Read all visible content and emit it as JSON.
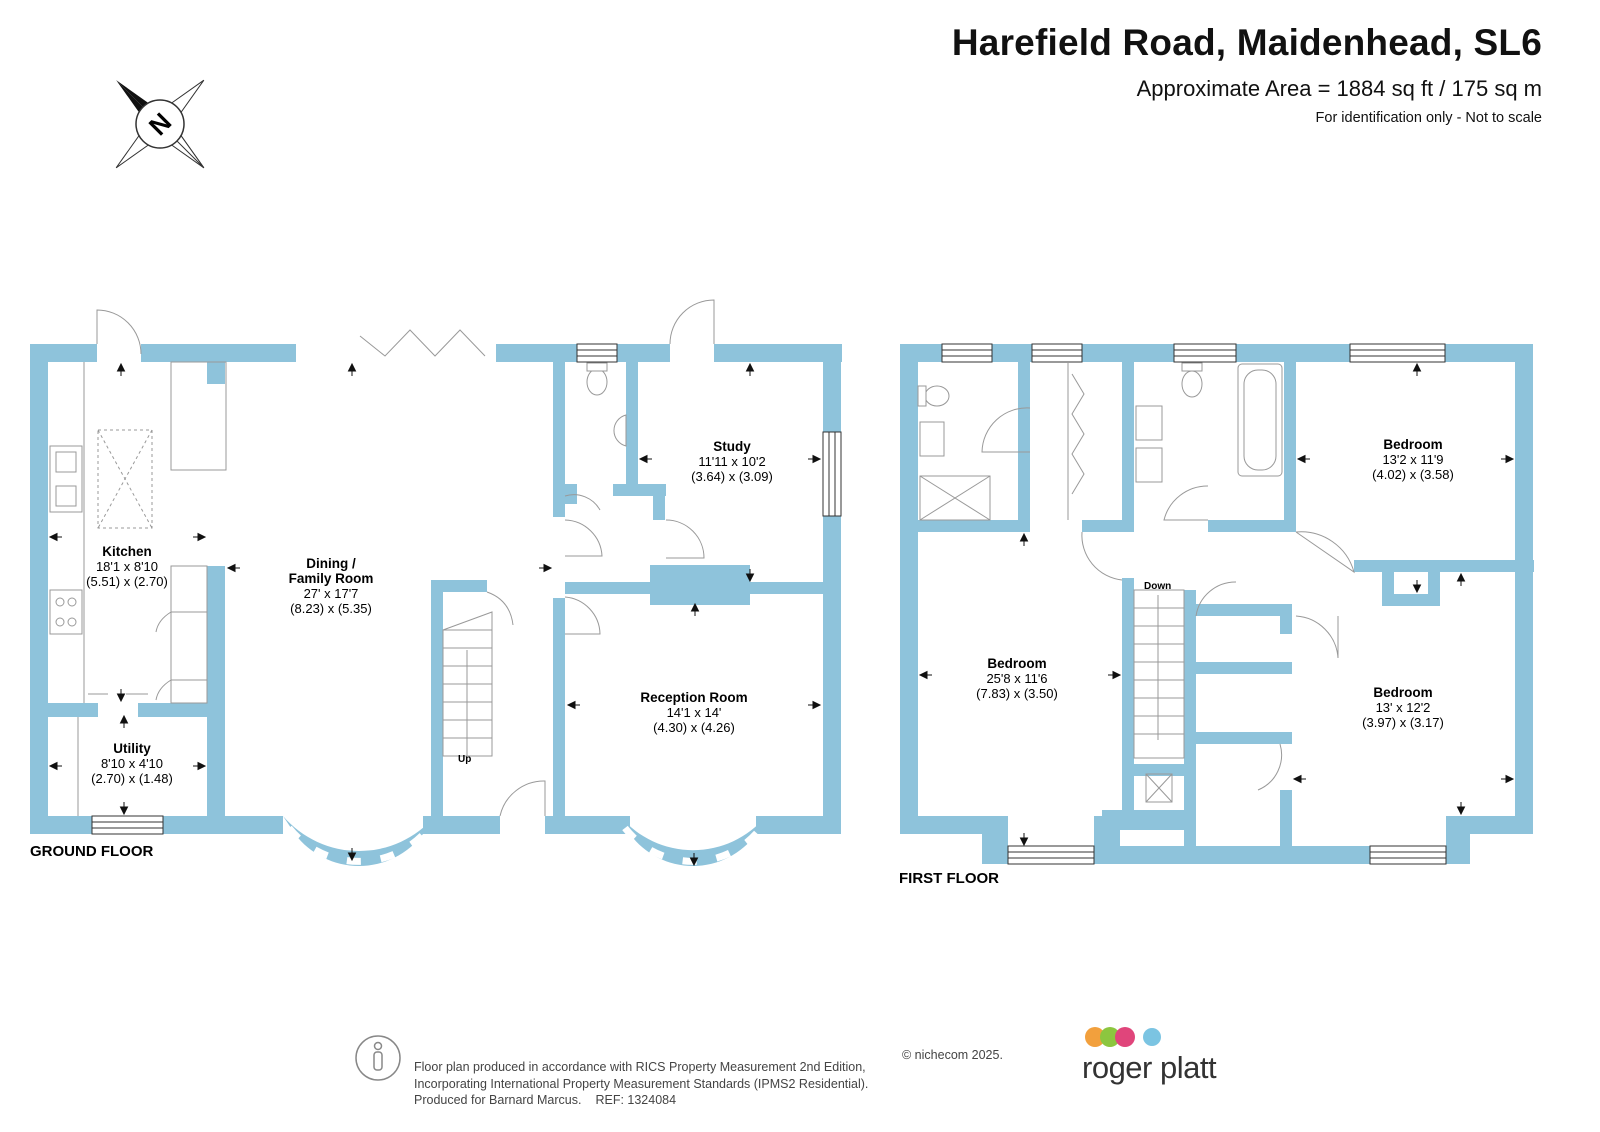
{
  "header": {
    "title": "Harefield Road, Maidenhead, SL6",
    "area": "Approximate Area = 1884 sq ft / 175 sq m",
    "note": "For identification only - Not to scale"
  },
  "compass": {
    "letter": "N",
    "icon": "compass-rose-icon"
  },
  "ground_floor": {
    "label": "GROUND FLOOR",
    "rooms": [
      {
        "name": "Kitchen",
        "imperial": "18'1 x 8'10",
        "metric": "(5.51) x (2.70)"
      },
      {
        "name": "Dining /",
        "name2": "Family Room",
        "imperial": "27' x 17'7",
        "metric": "(8.23) x (5.35)"
      },
      {
        "name": "Study",
        "imperial": "11'11 x 10'2",
        "metric": "(3.64) x (3.09)"
      },
      {
        "name": "Reception Room",
        "imperial": "14'1 x 14'",
        "metric": "(4.30) x (4.26)"
      },
      {
        "name": "Utility",
        "imperial": "8'10 x 4'10",
        "metric": "(2.70) x (1.48)"
      }
    ],
    "stairs_label": "Up"
  },
  "first_floor": {
    "label": "FIRST FLOOR",
    "rooms": [
      {
        "name": "Bedroom",
        "imperial": "13'2 x 11'9",
        "metric": "(4.02) x (3.58)"
      },
      {
        "name": "Bedroom",
        "imperial": "25'8 x 11'6",
        "metric": "(7.83) x (3.50)"
      },
      {
        "name": "Bedroom",
        "imperial": "13' x 12'2",
        "metric": "(3.97) x (3.17)"
      }
    ],
    "stairs_label": "Down"
  },
  "footer": {
    "line1": "Floor plan produced in accordance with RICS Property Measurement 2nd Edition,",
    "line2": "Incorporating International Property Measurement Standards (IPMS2 Residential).",
    "line3a": "Produced for Barnard Marcus.",
    "line3b": "REF:  1324084",
    "copyright": "© nichecom 2025.",
    "icon": "ipms-person-icon"
  },
  "brand": {
    "name": "roger platt",
    "dot_colors": [
      "#f2a03d",
      "#8cc63f",
      "#e0457b",
      "#7bc4e2"
    ]
  },
  "colors": {
    "wall": "#8ec3db",
    "line": "#9a9a9a"
  }
}
